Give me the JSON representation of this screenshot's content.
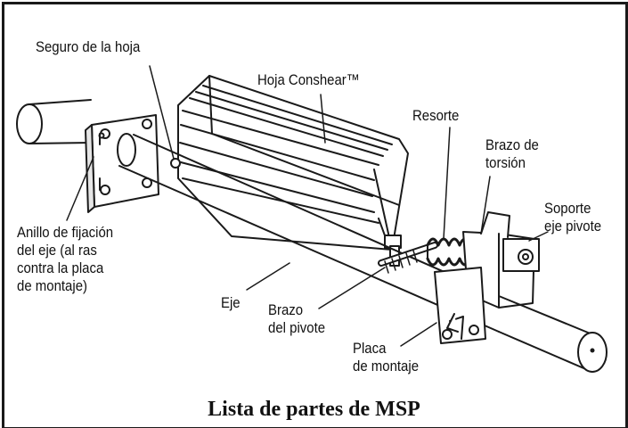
{
  "figure": {
    "title": "Lista de partes de MSP",
    "callouts": {
      "blade_lock": "Seguro de la hoja",
      "blade": "Hoja Conshear™",
      "spring": "Resorte",
      "torsion_arm": "Brazo de\ntorsión",
      "pivot_shaft_bracket": "Soporte\neje pivote",
      "shaft_collar": "Anillo de fijación\ndel eje (al ras\ncontra la placa\nde montaje)",
      "shaft": "Eje",
      "pivot_arm": "Brazo\ndel pivote",
      "mounting_plate": "Placa\nde montaje"
    }
  },
  "colors": {
    "line": "#1a1a1a",
    "fill": "#ffffff",
    "shade": "#dcdcdc"
  }
}
